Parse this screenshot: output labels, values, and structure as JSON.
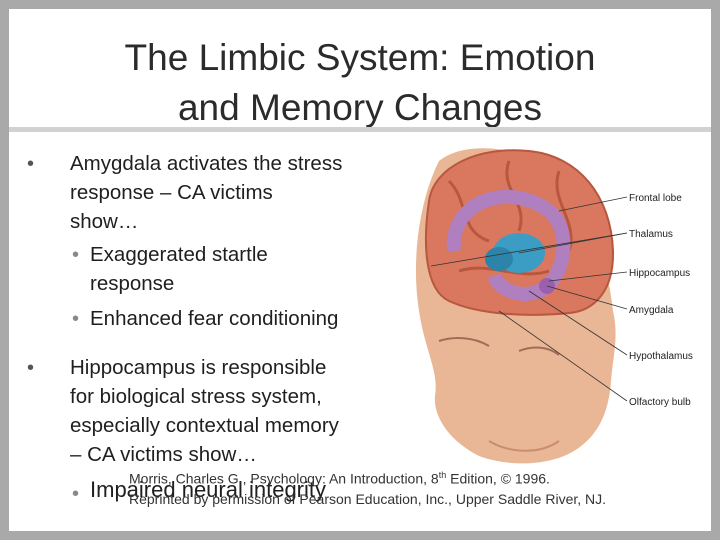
{
  "title": {
    "line1": "The Limbic System: Emotion",
    "line2": "and Memory Changes"
  },
  "bullets": {
    "b1": {
      "lines": [
        "Amygdala activates the stress",
        "response – CA victims",
        "show…"
      ],
      "subs": [
        {
          "lines": [
            "Exaggerated startle",
            "response"
          ]
        },
        {
          "lines": [
            "Enhanced fear conditioning"
          ]
        }
      ]
    },
    "b2": {
      "lines": [
        "Hippocampus is responsible",
        "for biological stress system,",
        "especially contextual memory",
        "– CA victims show…"
      ],
      "subs": [
        {
          "lines": [
            "Impaired neural integrity"
          ]
        }
      ]
    },
    "bullet_char": "•"
  },
  "caption": {
    "line1_pre": "Morris, Charles G., Psychology: An Introduction, 8",
    "line1_sup": "th",
    "line1_post": " Edition, © 1996.",
    "line2": "Reprinted by permission of Pearson Education, Inc., Upper Saddle River, NJ."
  },
  "figure": {
    "labels": [
      "Frontal lobe",
      "Thalamus",
      "Hippocampus",
      "Amygdala",
      "Hypothalamus",
      "Olfactory bulb"
    ],
    "colors": {
      "skin": "#e9b796",
      "brain": "#d9775f",
      "limbic": "#b07fc0",
      "thalamus": "#3b9dc4"
    }
  }
}
